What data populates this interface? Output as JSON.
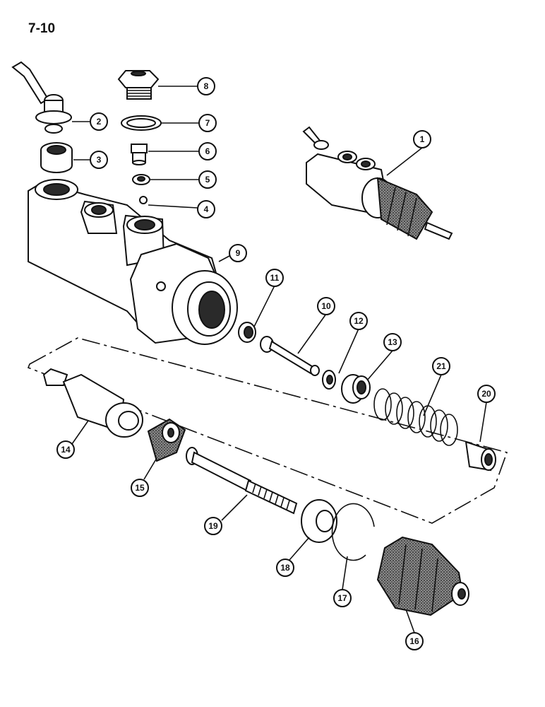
{
  "page": {
    "number": "7-10"
  },
  "callouts": [
    {
      "id": "1",
      "label": "1"
    },
    {
      "id": "2",
      "label": "2"
    },
    {
      "id": "3",
      "label": "3"
    },
    {
      "id": "4",
      "label": "4"
    },
    {
      "id": "5",
      "label": "5"
    },
    {
      "id": "6",
      "label": "6"
    },
    {
      "id": "7",
      "label": "7"
    },
    {
      "id": "8",
      "label": "8"
    },
    {
      "id": "9",
      "label": "9"
    },
    {
      "id": "10",
      "label": "10"
    },
    {
      "id": "11",
      "label": "11"
    },
    {
      "id": "12",
      "label": "12"
    },
    {
      "id": "13",
      "label": "13"
    },
    {
      "id": "14",
      "label": "14"
    },
    {
      "id": "15",
      "label": "15"
    },
    {
      "id": "16",
      "label": "16"
    },
    {
      "id": "17",
      "label": "17"
    },
    {
      "id": "18",
      "label": "18"
    },
    {
      "id": "19",
      "label": "19"
    },
    {
      "id": "20",
      "label": "20"
    },
    {
      "id": "21",
      "label": "21"
    }
  ]
}
